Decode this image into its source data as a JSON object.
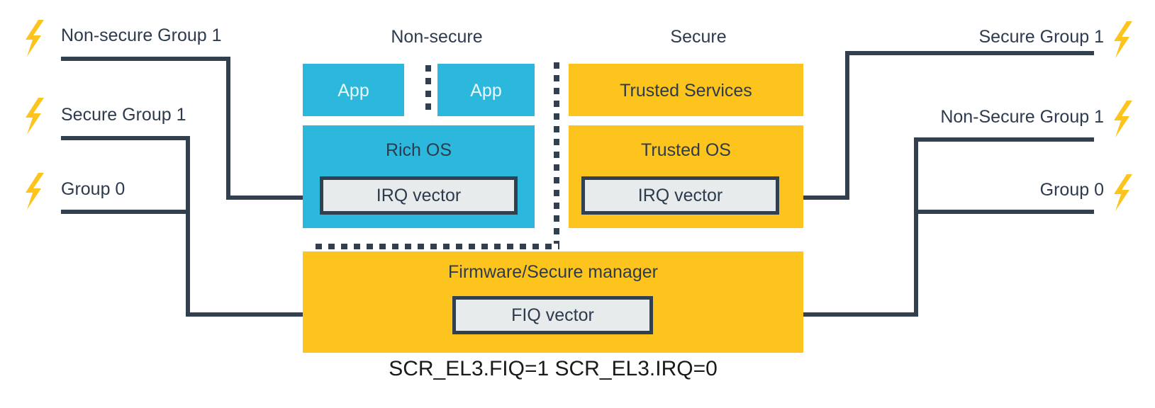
{
  "diagram": {
    "caption": "SCR_EL3.FIQ=1 SCR_EL3.IRQ=0",
    "colors": {
      "non_secure": "#2BB8DC",
      "secure": "#FCC41C",
      "line": "#313F4F",
      "vector_fill": "#E7EBEB",
      "bolt": "#FCC41C",
      "text": "#2E3B4E"
    }
  },
  "columns": {
    "non_secure_heading": "Non-secure",
    "secure_heading": "Secure"
  },
  "non_secure": {
    "app_left": "App",
    "app_right": "App",
    "os": "Rich OS",
    "vector": "IRQ vector"
  },
  "secure": {
    "services": "Trusted Services",
    "os": "Trusted OS",
    "vector": "IRQ vector"
  },
  "firmware": {
    "title": "Firmware/Secure manager",
    "vector": "FIQ vector"
  },
  "left_sources": [
    {
      "label": "Non-secure Group 1",
      "icon": "lightning-bolt-icon"
    },
    {
      "label": "Secure Group 1",
      "icon": "lightning-bolt-icon"
    },
    {
      "label": "Group 0",
      "icon": "lightning-bolt-icon"
    }
  ],
  "right_sources": [
    {
      "label": "Secure Group 1",
      "icon": "lightning-bolt-icon"
    },
    {
      "label": "Non-Secure Group 1",
      "icon": "lightning-bolt-icon"
    },
    {
      "label": "Group 0",
      "icon": "lightning-bolt-icon"
    }
  ]
}
